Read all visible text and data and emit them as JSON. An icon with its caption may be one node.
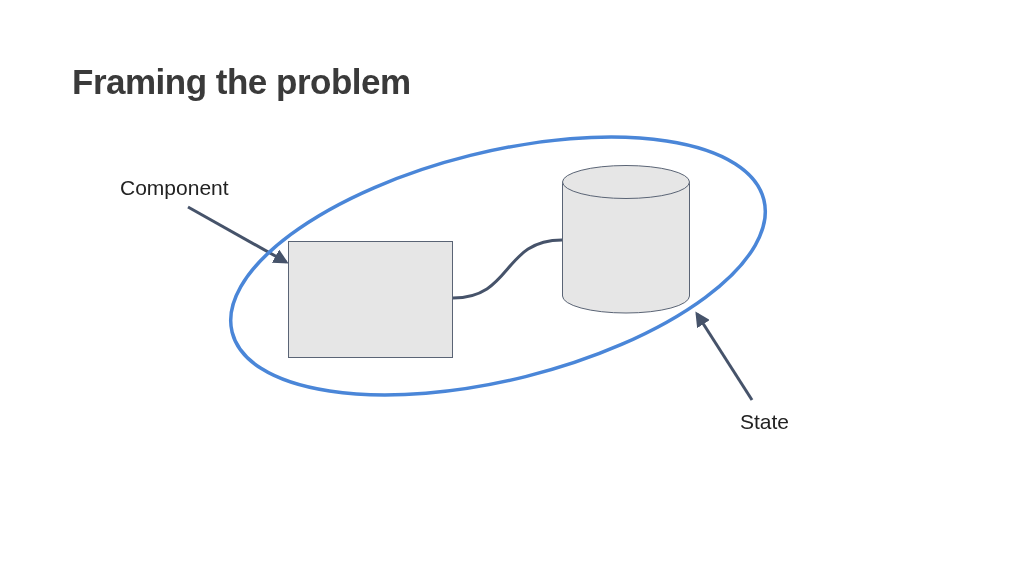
{
  "diagram": {
    "title": "Framing the problem",
    "nodes": [
      {
        "text": [
          "Component"
        ]
      },
      {
        "text": [],
        "shape": "ellipse"
      },
      {
        "text": [],
        "shape": "box",
        "in": 1
      },
      {
        "text": [],
        "shape": "cylinder",
        "in": 1
      },
      {
        "text": [
          "State"
        ]
      }
    ],
    "edges": [
      {
        "from": 0,
        "to": 2,
        "arrow": "to"
      },
      {
        "from": 2,
        "to": 3,
        "arrow": "none"
      },
      {
        "from": 4,
        "to": 1,
        "arrow": "to"
      }
    ]
  }
}
